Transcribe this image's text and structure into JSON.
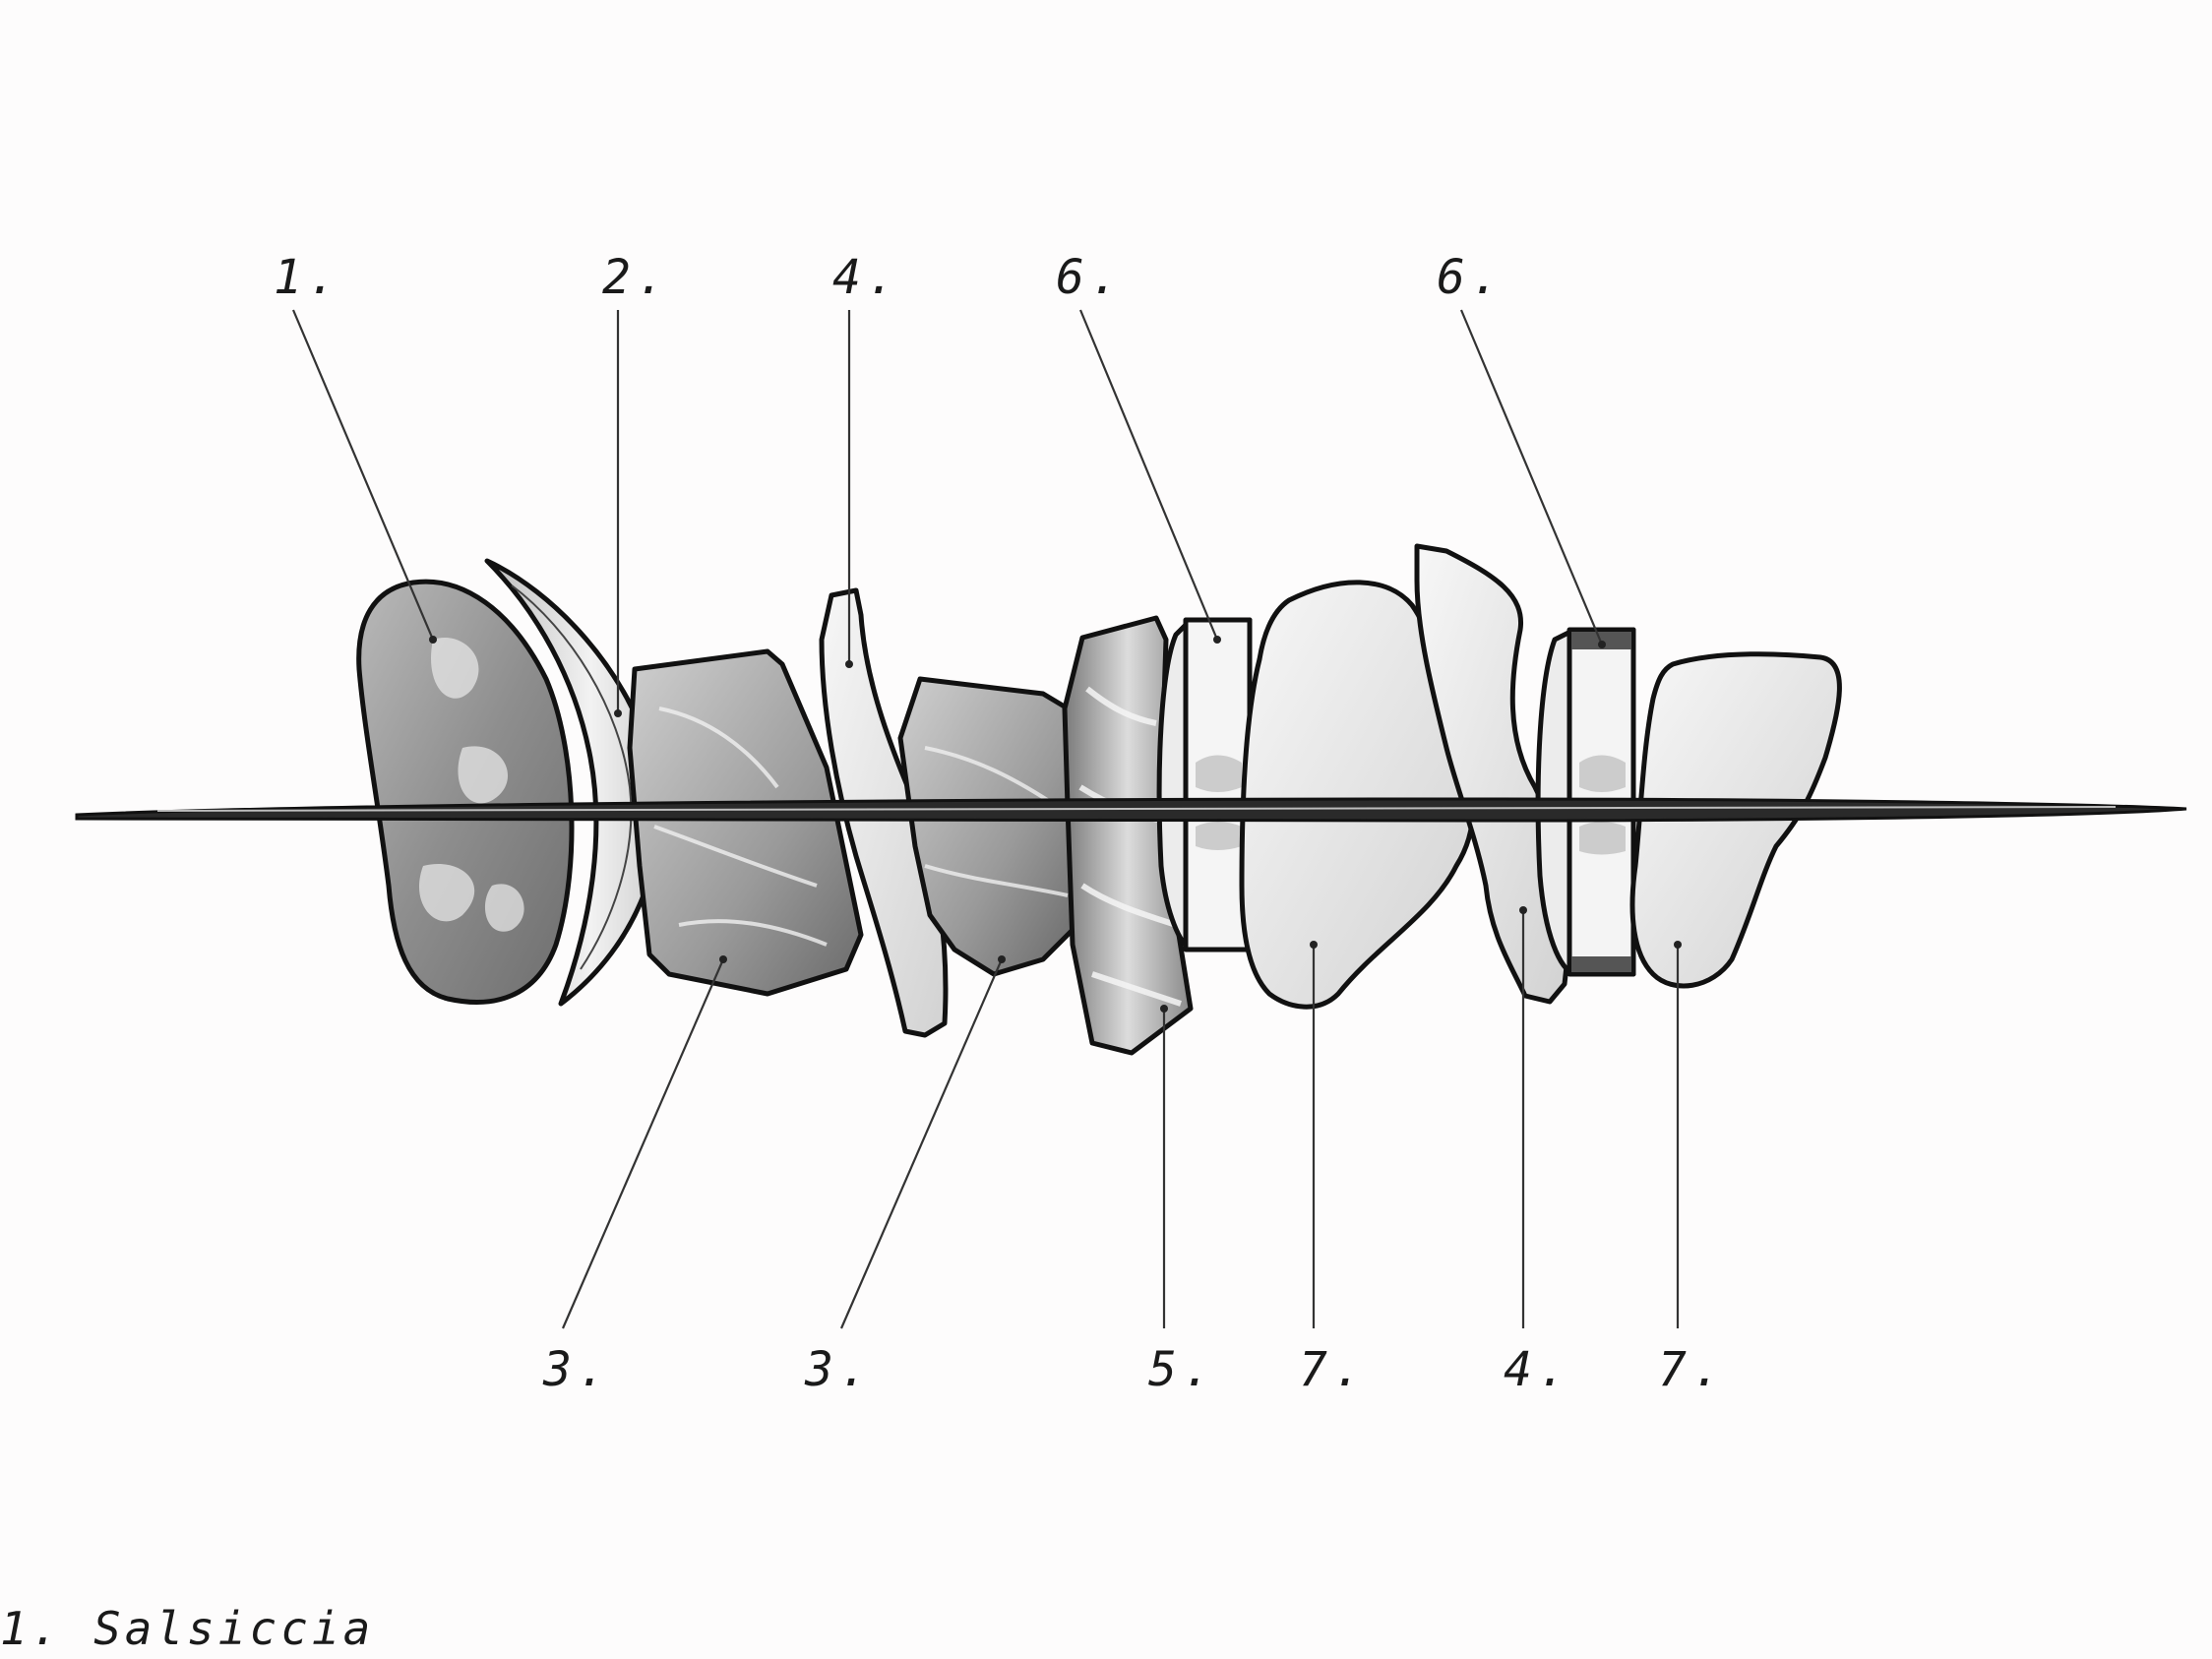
{
  "labels_top": [
    {
      "text": "1."
    },
    {
      "text": "2."
    },
    {
      "text": "4."
    },
    {
      "text": "6."
    },
    {
      "text": "6."
    }
  ],
  "labels_bottom": [
    {
      "text": "3."
    },
    {
      "text": "3."
    },
    {
      "text": "5."
    },
    {
      "text": "7."
    },
    {
      "text": "4."
    },
    {
      "text": "7."
    }
  ],
  "legend": {
    "entry_1": "1. Salsiccia"
  },
  "colors": {
    "ink": "#111111",
    "paper": "#fdfcfc",
    "meat_dark": "#8c8c8c",
    "meat_mid": "#bdbdbd",
    "veg_light": "#e9e9e9"
  }
}
